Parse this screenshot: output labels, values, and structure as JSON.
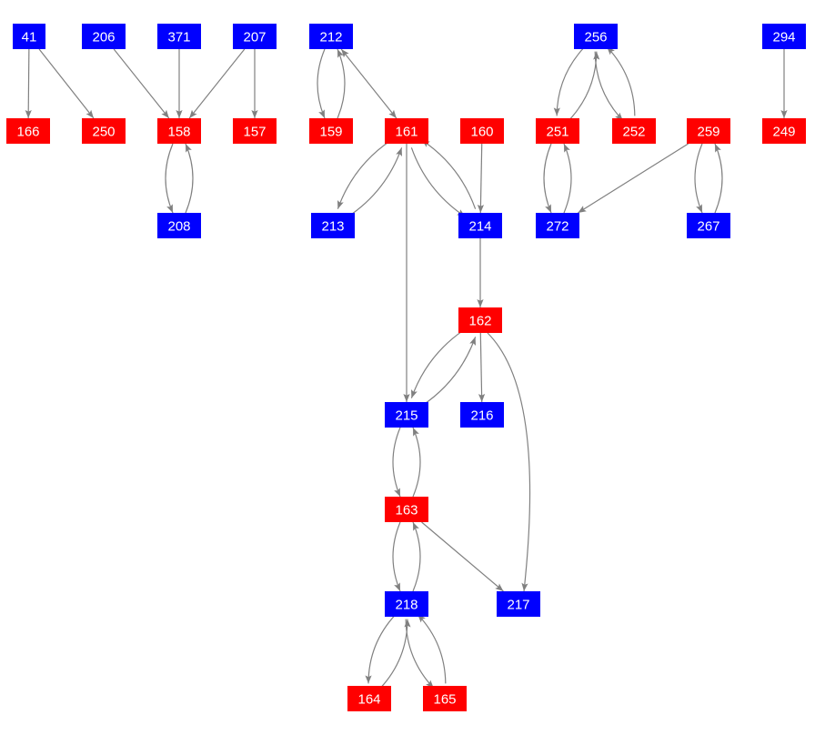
{
  "colors": {
    "blue": "#0000ff",
    "red": "#ff0000",
    "edge": "#808080"
  },
  "nodes": [
    {
      "id": "41",
      "type": "blue"
    },
    {
      "id": "206",
      "type": "blue"
    },
    {
      "id": "371",
      "type": "blue"
    },
    {
      "id": "207",
      "type": "blue"
    },
    {
      "id": "212",
      "type": "blue"
    },
    {
      "id": "256",
      "type": "blue"
    },
    {
      "id": "294",
      "type": "blue"
    },
    {
      "id": "166",
      "type": "red"
    },
    {
      "id": "250",
      "type": "red"
    },
    {
      "id": "158",
      "type": "red"
    },
    {
      "id": "157",
      "type": "red"
    },
    {
      "id": "159",
      "type": "red"
    },
    {
      "id": "161",
      "type": "red"
    },
    {
      "id": "160",
      "type": "red"
    },
    {
      "id": "251",
      "type": "red"
    },
    {
      "id": "252",
      "type": "red"
    },
    {
      "id": "259",
      "type": "red"
    },
    {
      "id": "249",
      "type": "red"
    },
    {
      "id": "208",
      "type": "blue"
    },
    {
      "id": "213",
      "type": "blue"
    },
    {
      "id": "214",
      "type": "blue"
    },
    {
      "id": "272",
      "type": "blue"
    },
    {
      "id": "267",
      "type": "blue"
    },
    {
      "id": "162",
      "type": "red"
    },
    {
      "id": "215",
      "type": "blue"
    },
    {
      "id": "216",
      "type": "blue"
    },
    {
      "id": "163",
      "type": "red"
    },
    {
      "id": "218",
      "type": "blue"
    },
    {
      "id": "217",
      "type": "blue"
    },
    {
      "id": "164",
      "type": "red"
    },
    {
      "id": "165",
      "type": "red"
    }
  ],
  "edges": [
    [
      "41",
      "166"
    ],
    [
      "41",
      "250"
    ],
    [
      "206",
      "158"
    ],
    [
      "371",
      "158"
    ],
    [
      "207",
      "158"
    ],
    [
      "207",
      "157"
    ],
    [
      "158",
      "208"
    ],
    [
      "208",
      "158"
    ],
    [
      "212",
      "159"
    ],
    [
      "159",
      "212"
    ],
    [
      "212",
      "161"
    ],
    [
      "161",
      "212"
    ],
    [
      "161",
      "213"
    ],
    [
      "213",
      "161"
    ],
    [
      "161",
      "214"
    ],
    [
      "214",
      "161"
    ],
    [
      "160",
      "214"
    ],
    [
      "161",
      "215"
    ],
    [
      "214",
      "162"
    ],
    [
      "162",
      "215"
    ],
    [
      "215",
      "162"
    ],
    [
      "162",
      "216"
    ],
    [
      "162",
      "217"
    ],
    [
      "215",
      "163"
    ],
    [
      "163",
      "215"
    ],
    [
      "163",
      "218"
    ],
    [
      "218",
      "163"
    ],
    [
      "163",
      "217"
    ],
    [
      "218",
      "164"
    ],
    [
      "164",
      "218"
    ],
    [
      "218",
      "165"
    ],
    [
      "165",
      "218"
    ],
    [
      "256",
      "251"
    ],
    [
      "251",
      "256"
    ],
    [
      "256",
      "252"
    ],
    [
      "252",
      "256"
    ],
    [
      "251",
      "272"
    ],
    [
      "272",
      "251"
    ],
    [
      "259",
      "272"
    ],
    [
      "259",
      "267"
    ],
    [
      "267",
      "259"
    ],
    [
      "294",
      "249"
    ]
  ]
}
